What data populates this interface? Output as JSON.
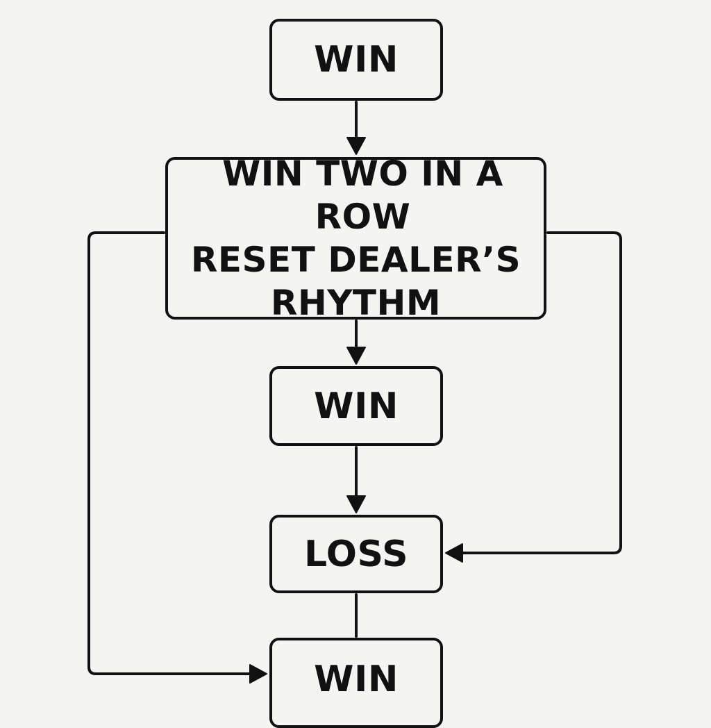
{
  "diagram": {
    "nodes": [
      {
        "id": "win-1",
        "lines": [
          "WIN"
        ]
      },
      {
        "id": "reset",
        "lines": [
          "WIN TWO IN A ROW",
          "RESET DEALER’S",
          "RHYTHM"
        ]
      },
      {
        "id": "win-2",
        "lines": [
          "WIN"
        ]
      },
      {
        "id": "loss",
        "lines": [
          "LOSS"
        ]
      },
      {
        "id": "win-3",
        "lines": [
          "WIN"
        ]
      }
    ],
    "edges": [
      {
        "from": "win-1",
        "to": "reset",
        "arrow": true
      },
      {
        "from": "reset",
        "to": "win-2",
        "arrow": true
      },
      {
        "from": "win-2",
        "to": "loss",
        "arrow": true
      },
      {
        "from": "reset",
        "to": "loss",
        "arrow": true,
        "route": "right-side"
      },
      {
        "from": "reset",
        "to": "win-3",
        "arrow": true,
        "route": "left-side"
      },
      {
        "from": "loss",
        "to": "win-3",
        "arrow": false
      }
    ],
    "colors": {
      "stroke": "#111111",
      "background": "#f4f4f3"
    }
  }
}
